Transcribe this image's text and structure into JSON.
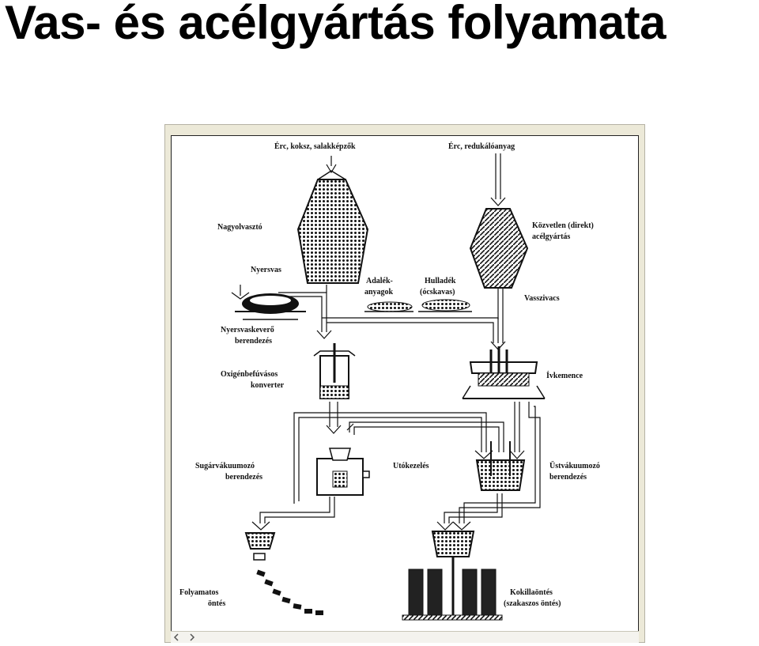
{
  "title": "Vas- és acélgyártás folyamata",
  "labels": {
    "input_left": "Érc, koksz, salakképzők",
    "input_right": "Érc, redukálóanyag",
    "blast_furnace": "Nagyolvasztó",
    "direct_line1": "Közvetlen (direkt)",
    "direct_line2": "acélgyártás",
    "pig_iron": "Nyersvas",
    "mixer_line1": "Nyersvaskeverő",
    "mixer_line2": "berendezés",
    "additives_line1": "Adalék-",
    "additives_line2": "anyagok",
    "scrap_line1": "Hulladék",
    "scrap_line2": "(ócskavas)",
    "sponge_iron": "Vasszivacs",
    "converter_line1": "Oxigénbefúvásos",
    "converter_line2": "konverter",
    "arc_furnace": "Ívkemence",
    "jet_vacuum_line1": "Sugárvákuumozó",
    "jet_vacuum_line2": "berendezés",
    "secondary": "Utókezelés",
    "ladle_vacuum_line1": "Üstvákuumozó",
    "ladle_vacuum_line2": "berendezés",
    "continuous_line1": "Folyamatos",
    "continuous_line2": "öntés",
    "ingot_line1": "Kokillaöntés",
    "ingot_line2": "(szakaszos öntés)"
  }
}
